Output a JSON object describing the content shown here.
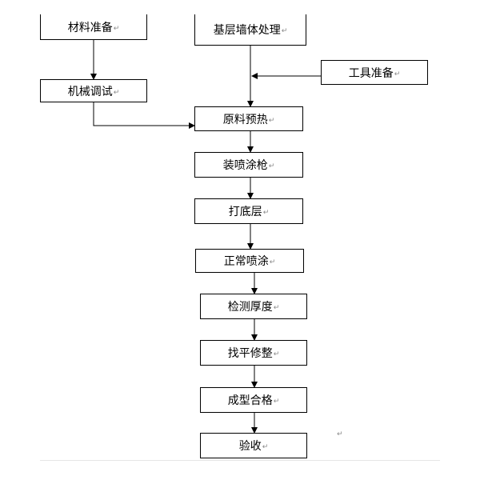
{
  "steps": {
    "material_prep": "材料准备",
    "machine_debug": "机械调试",
    "wall_base": "基层墙体处理",
    "tool_prep": "工具准备",
    "preheat": "原料预热",
    "install_gun": "装喷涂枪",
    "base_coat": "打底层",
    "normal_spray": "正常喷涂",
    "thickness_check": "检测厚度",
    "leveling": "找平修整",
    "qualified": "成型合格",
    "acceptance": "验收"
  },
  "paragraph_mark": "↵"
}
